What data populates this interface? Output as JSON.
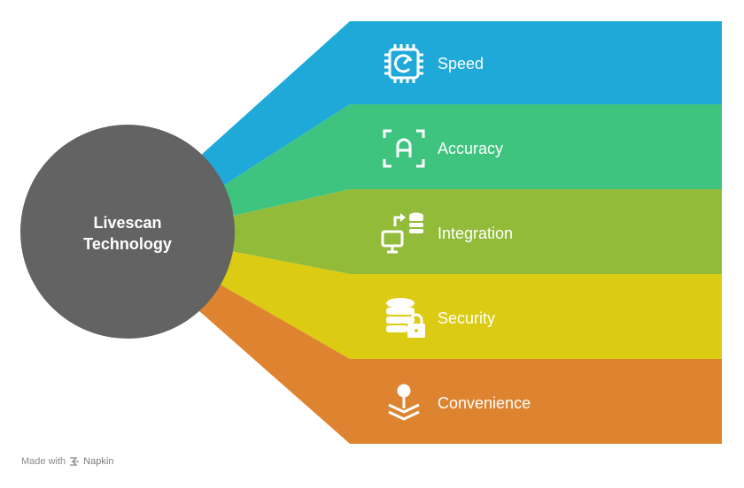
{
  "hub": {
    "label_lines": [
      "Livescan",
      "Technology"
    ],
    "color": "#636363"
  },
  "bands": [
    {
      "label": "Speed",
      "color": "#1ea9d9",
      "icon": "cpu-gauge-icon"
    },
    {
      "label": "Accuracy",
      "color": "#3ec47f",
      "icon": "focus-letter-a-icon"
    },
    {
      "label": "Integration",
      "color": "#92bb3a",
      "icon": "computer-database-sync-icon"
    },
    {
      "label": "Security",
      "color": "#dccb13",
      "icon": "database-lock-icon"
    },
    {
      "label": "Convenience",
      "color": "#de8431",
      "icon": "joystick-layers-icon"
    }
  ],
  "footer": {
    "prefix": "Made with",
    "brand": "Napkin"
  }
}
